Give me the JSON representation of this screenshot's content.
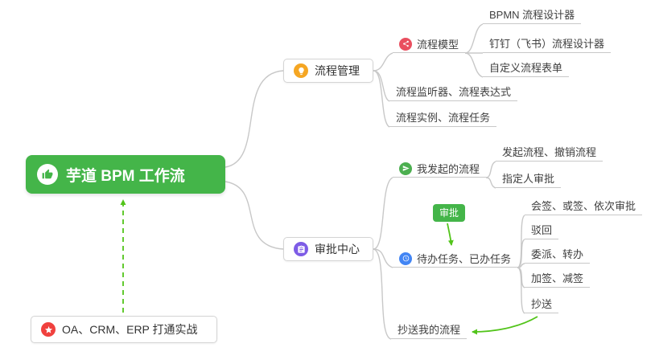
{
  "nodes": {
    "root": "芋道 BPM 工作流",
    "process_management": "流程管理",
    "process_model": "流程模型",
    "bpmn_designer": "BPMN 流程设计器",
    "dingtalk_designer": "钉钉（飞书）流程设计器",
    "custom_form": "自定义流程表单",
    "listener_expression": "流程监听器、流程表达式",
    "instance_task": "流程实例、流程任务",
    "approval_center": "审批中心",
    "my_initiated": "我发起的流程",
    "initiate_cancel": "发起流程、撤销流程",
    "assignee_approval": "指定人审批",
    "todo_done": "待办任务、已办任务",
    "countersign": "会签、或签、依次审批",
    "reject": "驳回",
    "delegate_transfer": "委派、转办",
    "add_remove_sign": "加签、减签",
    "cc": "抄送",
    "cc_my_process": "抄送我的流程",
    "oa_crm_erp": "OA、CRM、ERP 打通实战",
    "approval_badge": "审批"
  },
  "icons": {
    "root": "thumbs-up-icon",
    "process_management": "bulb-icon",
    "process_model": "share-icon",
    "approval_center": "assignment-icon",
    "my_initiated": "send-icon",
    "todo_done": "clock-icon",
    "oa_crm_erp": "star-icon"
  },
  "colors": {
    "root_green": "#44b549",
    "badge_green": "#44b549",
    "arrow_green": "#52c41a",
    "line_gray": "#c8c8c8",
    "icon_orange": "#f5a623",
    "icon_red_model": "#e94f5f",
    "icon_purple": "#7d5ce6",
    "icon_green": "#4caf50",
    "icon_blue": "#4285f4",
    "icon_red_star": "#f0413e"
  }
}
